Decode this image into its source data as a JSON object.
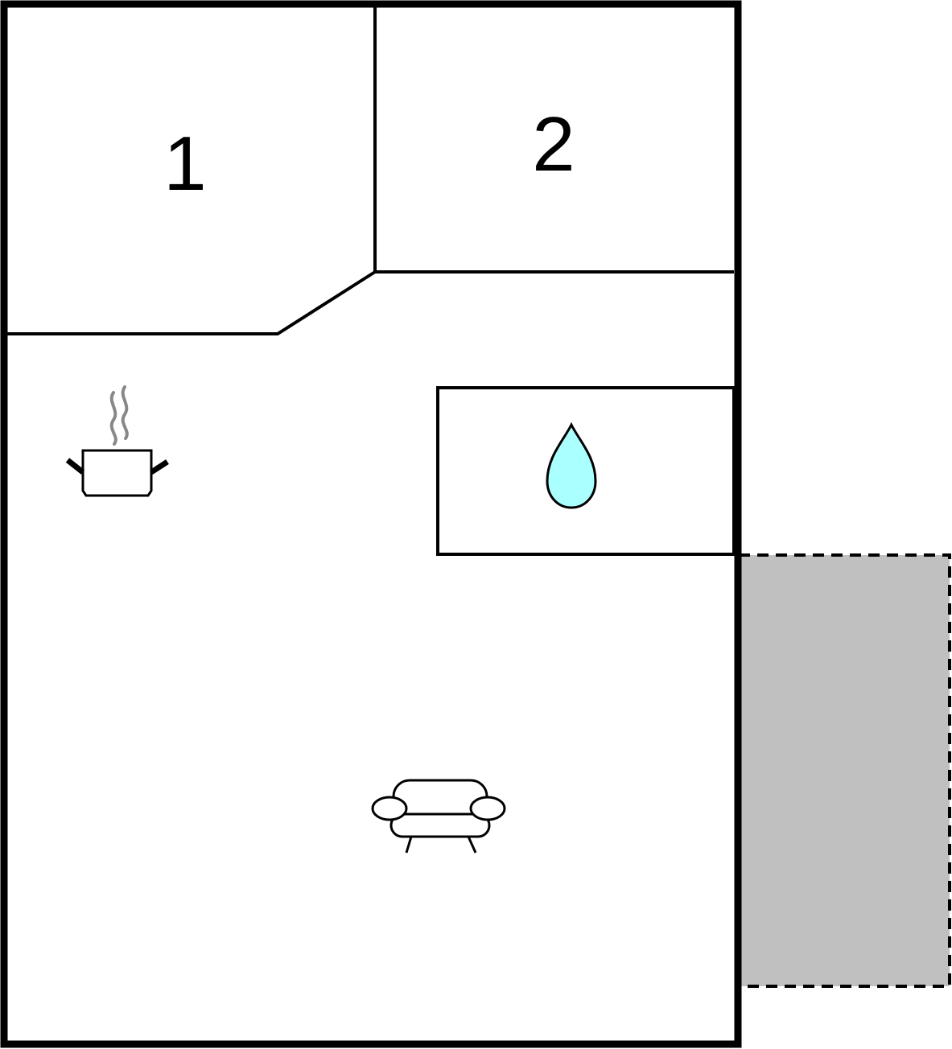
{
  "floorplan": {
    "rooms": [
      {
        "id": "bedroom-1",
        "label": "1"
      },
      {
        "id": "bedroom-2",
        "label": "2"
      }
    ],
    "icons": [
      {
        "name": "cooking-pot-icon",
        "meaning": "kitchen"
      },
      {
        "name": "water-drop-icon",
        "meaning": "bathroom"
      },
      {
        "name": "sofa-icon",
        "meaning": "living-room"
      }
    ],
    "terrace": {
      "style": "dashed-outline"
    },
    "colors": {
      "wall": "#000000",
      "background": "#ffffff",
      "terrace_fill": "#c0c0c0",
      "water_drop_fill": "#aaffff",
      "steam": "#888888"
    }
  }
}
